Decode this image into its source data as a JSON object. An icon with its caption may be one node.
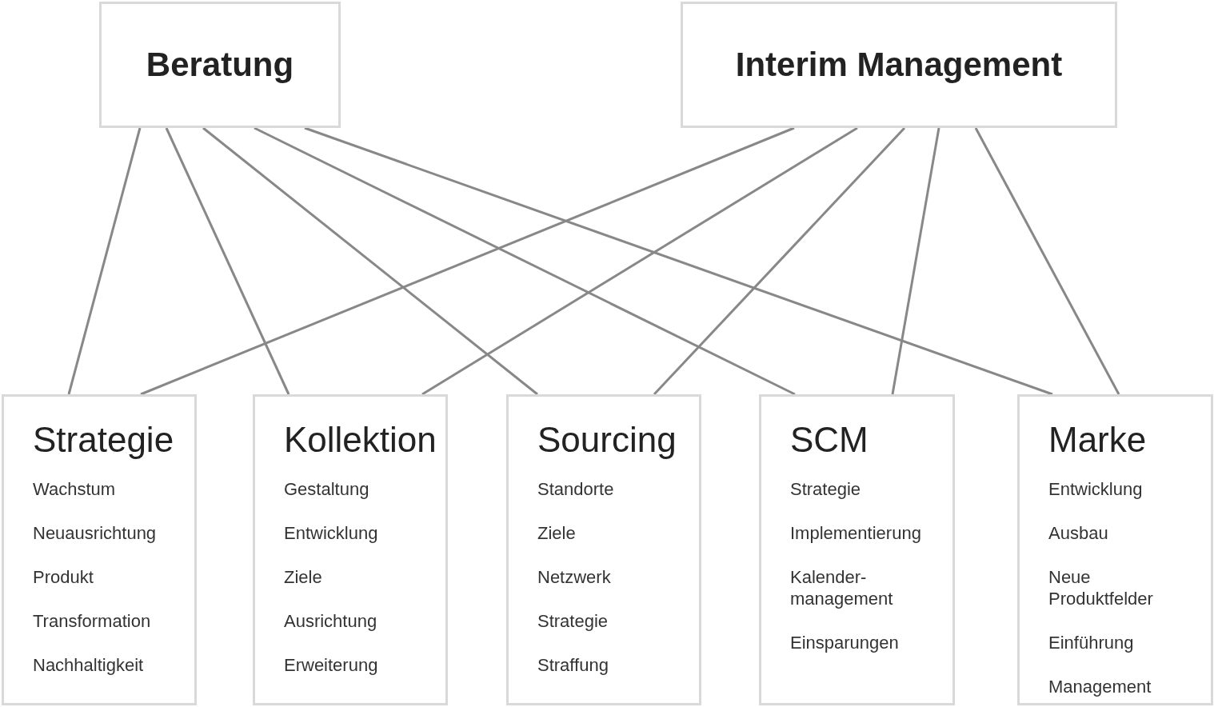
{
  "diagram": {
    "nodes": [
      {
        "text": [
          "Beratung"
        ]
      },
      {
        "text": [
          "Interim Management"
        ]
      },
      {
        "text": [
          "Strategie",
          "Wachstum",
          "Neuausrichtung",
          "Produkt",
          "Transformation",
          "Nachhaltigkeit"
        ]
      },
      {
        "text": [
          "Kollektion",
          "Gestaltung",
          "Entwicklung",
          "Ziele",
          "Ausrichtung",
          "Erweiterung"
        ]
      },
      {
        "text": [
          "Sourcing",
          "Standorte",
          "Ziele",
          "Netzwerk",
          "Strategie",
          "Straffung"
        ]
      },
      {
        "text": [
          "SCM",
          "Strategie",
          "Implementierung",
          "Kalender- management",
          "Einsparungen"
        ]
      },
      {
        "text": [
          "Marke",
          "Entwicklung",
          "Ausbau",
          "Neue Produktfelder",
          "Einführung",
          "Management"
        ]
      }
    ],
    "edges": [
      {
        "from": 0,
        "to": 2,
        "arrow": "none"
      },
      {
        "from": 0,
        "to": 3,
        "arrow": "none"
      },
      {
        "from": 0,
        "to": 4,
        "arrow": "none"
      },
      {
        "from": 0,
        "to": 5,
        "arrow": "none"
      },
      {
        "from": 0,
        "to": 6,
        "arrow": "none"
      },
      {
        "from": 1,
        "to": 2,
        "arrow": "none"
      },
      {
        "from": 1,
        "to": 3,
        "arrow": "none"
      },
      {
        "from": 1,
        "to": 4,
        "arrow": "none"
      },
      {
        "from": 1,
        "to": 5,
        "arrow": "none"
      },
      {
        "from": 1,
        "to": 6,
        "arrow": "none"
      }
    ]
  }
}
